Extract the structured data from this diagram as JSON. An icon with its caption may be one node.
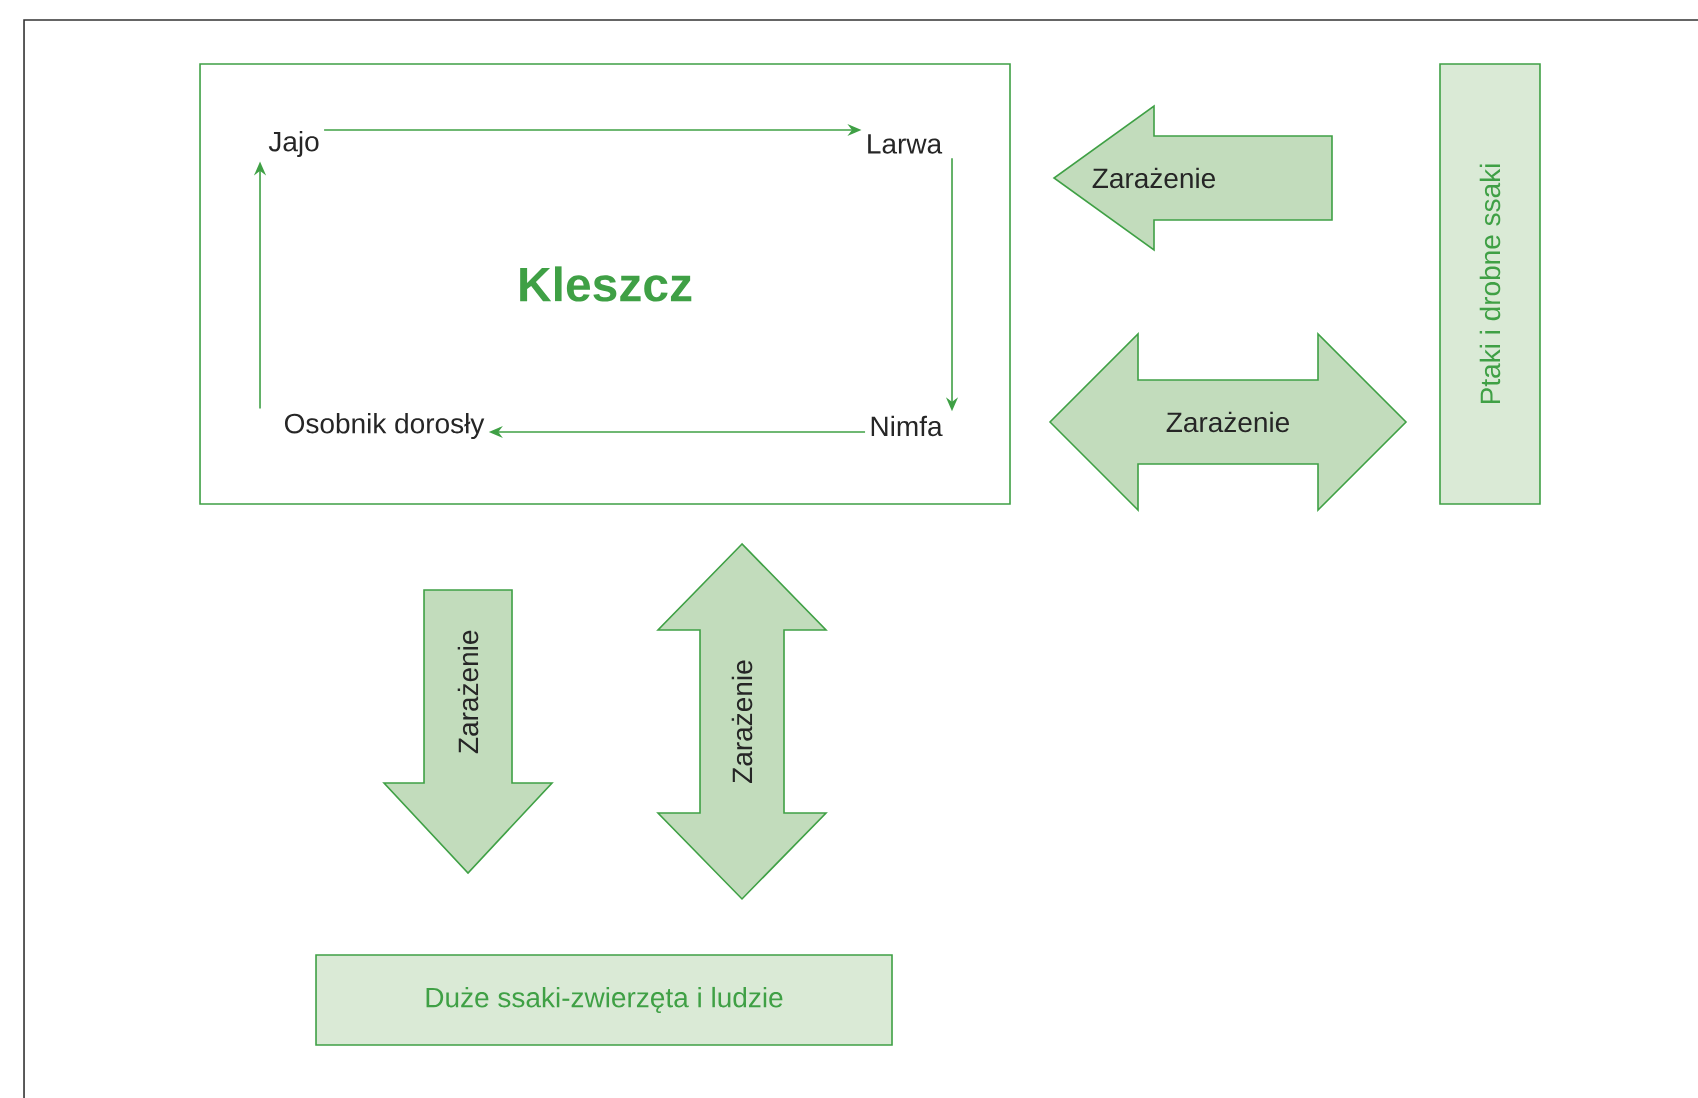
{
  "diagram": {
    "nodes": [
      {
        "text": [
          "Kleszcz"
        ]
      },
      {
        "text": [
          "Jajo"
        ],
        "in": 0
      },
      {
        "text": [
          "Larwa"
        ],
        "in": 0
      },
      {
        "text": [
          "Nimfa"
        ],
        "in": 0
      },
      {
        "text": [
          "Osobnik dorosły"
        ],
        "in": 0
      },
      {
        "text": [
          "Ptaki i drobne ssaki"
        ]
      },
      {
        "text": [
          "Duże ssaki-zwierzęta i ludzie"
        ]
      }
    ],
    "edges": [
      {
        "from": 1,
        "to": 2,
        "arrow": "to"
      },
      {
        "from": 2,
        "to": 3,
        "arrow": "to"
      },
      {
        "from": 3,
        "to": 4,
        "arrow": "to"
      },
      {
        "from": 4,
        "to": 1,
        "arrow": "to"
      },
      {
        "from": 5,
        "to": 0,
        "arrow": "to",
        "label": "Zarażenie",
        "style": "thick"
      },
      {
        "from": 0,
        "to": 5,
        "arrow": "both",
        "label": "Zarażenie",
        "style": "thick"
      },
      {
        "from": 0,
        "to": 6,
        "arrow": "to",
        "label": "Zarażenie",
        "style": "thick"
      },
      {
        "from": 0,
        "to": 6,
        "arrow": "both",
        "label": "Zarażenie",
        "style": "thick"
      }
    ]
  }
}
